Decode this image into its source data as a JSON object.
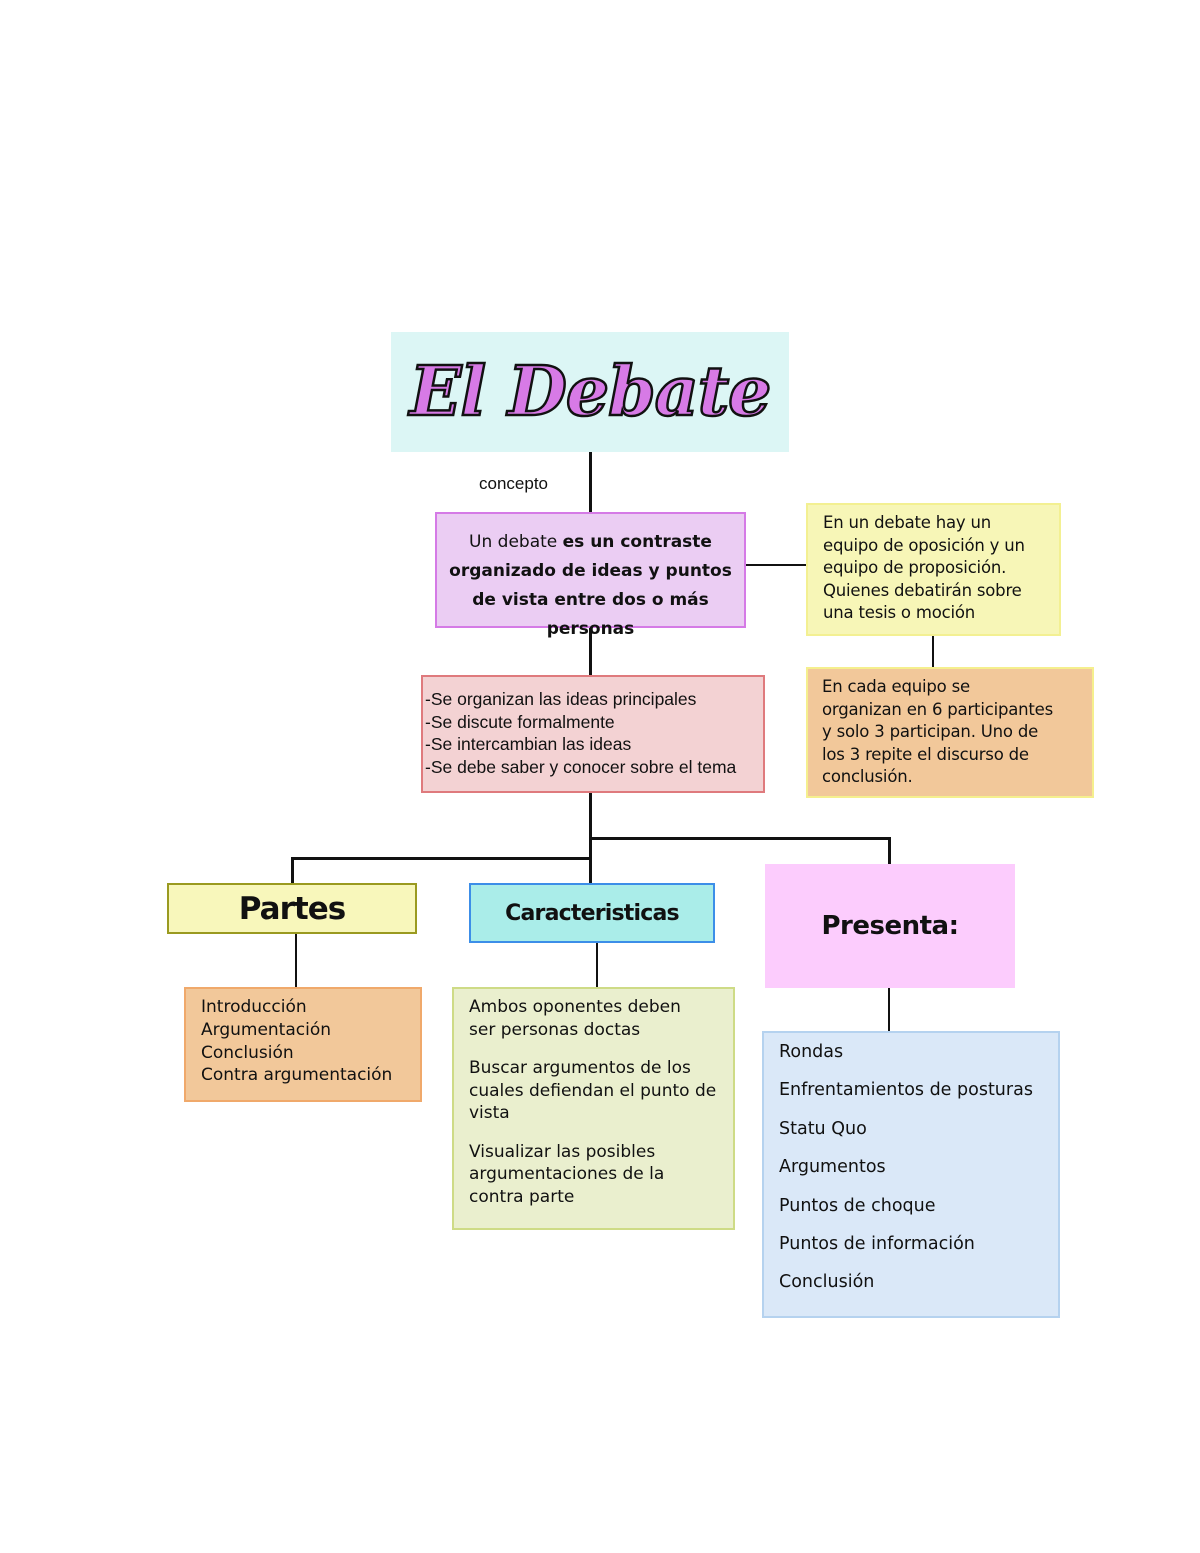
{
  "diagram": {
    "title": "El Debate",
    "concept_label": "concepto",
    "definition": {
      "plain": "Un debate ",
      "bold": "es un contraste organizado de ideas y puntos de vista entre dos o más personas"
    },
    "teams_info": "En un debate hay un equipo de oposición y un equipo de proposición. Quienes debatirán sobre una tesis o moción",
    "teams_lines": [
      "En un debate hay un",
      "equipo de oposición y un",
      "equipo de proposición.",
      "Quienes debatirán sobre",
      "una tesis o moción"
    ],
    "participants_lines": [
      "En cada equipo se",
      "organizan en 6 participantes",
      "y solo 3 participan. Uno de",
      "los 3 repite el discurso de",
      "conclusión."
    ],
    "traits": [
      "-Se organizan las ideas principales",
      "-Se discute formalmente",
      "-Se intercambian las ideas",
      "-Se debe saber y conocer sobre el tema"
    ],
    "branches": {
      "partes": {
        "heading": "Partes",
        "items": [
          "Introducción",
          "Argumentación",
          "Conclusión",
          "Contra argumentación"
        ]
      },
      "caracteristicas": {
        "heading": "Caracteristicas",
        "items": [
          "Ambos oponentes deben ser personas doctas",
          "Buscar argumentos de los cuales defiendan el punto de vista",
          "Visualizar las posibles argumentaciones de la contra parte"
        ]
      },
      "presenta": {
        "heading": "Presenta:",
        "items": [
          "Rondas",
          "Enfrentamientos de posturas",
          "Statu Quo",
          "Argumentos",
          "Puntos de choque",
          "Puntos de información",
          "Conclusión"
        ]
      }
    }
  },
  "colors": {
    "title_bg": "#dcf6f5",
    "title_text": "#d77ae6",
    "definition_bg": "#ebcdf3",
    "definition_border": "#d57ae6",
    "teams_bg": "#f7f6b7",
    "participants_bg": "#f2c89a",
    "traits_bg": "#f3d2d3",
    "traits_border": "#df7a7d",
    "partes_bg": "#f8f7bb",
    "caracteristicas_bg": "#aaede9",
    "presenta_bg": "#fcccfd",
    "partes_list_bg": "#f2c89a",
    "caracteristicas_list_bg": "#eaefce",
    "presenta_list_bg": "#dae8f8"
  }
}
